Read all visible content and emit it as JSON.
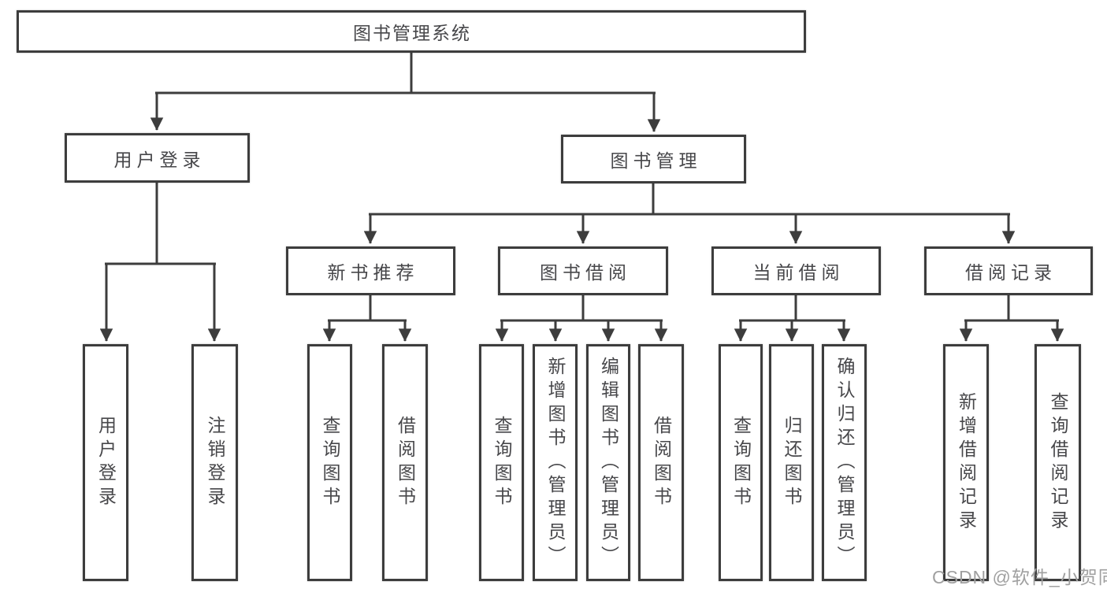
{
  "diagram": {
    "title": "图书管理系统",
    "level2": {
      "user_login": "用户登录",
      "book_management": "图书管理"
    },
    "level3": {
      "new_book_recommend": "新书推荐",
      "book_borrowing": "图书借阅",
      "current_borrowing": "当前借阅",
      "borrowing_records": "借阅记录"
    },
    "leaves": {
      "user_login": "用户登录",
      "logout": "注销登录",
      "recommend_query_books": "查询图书",
      "recommend_borrow_books": "借阅图书",
      "borrowing_query_books": "查询图书",
      "borrowing_add_books": "新增图书（管理员）",
      "borrowing_edit_books": "编辑图书（管理员）",
      "borrowing_borrow_books": "借阅图书",
      "current_query_books": "查询图书",
      "current_return_books": "归还图书",
      "current_confirm_return": "确认归还（管理员）",
      "records_add_record": "新增借阅记录",
      "records_query_record": "查询借阅记录"
    }
  },
  "watermark": {
    "text": "CSDN @软件_小贺同学"
  },
  "colors": {
    "line": "#3d3d3d",
    "box_border": "#3d3d3d",
    "text": "#47474a",
    "watermark": "#a0a0a0",
    "background": "#ffffff"
  }
}
